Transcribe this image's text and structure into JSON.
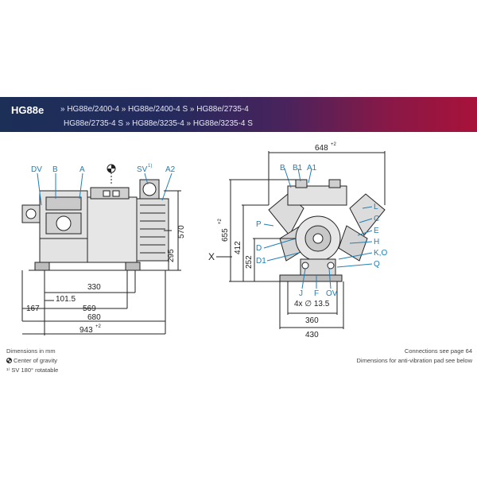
{
  "banner": {
    "model": "HG88e",
    "line1": "» HG88e/2400-4 » HG88e/2400-4 S » HG88e/2735-4",
    "line2": "HG88e/2735-4 S » HG88e/3235-4 » HG88e/3235-4 S"
  },
  "side_view": {
    "labels": {
      "dv": "DV",
      "b": "B",
      "a": "A",
      "sv": "SV",
      "sv_sup": "1)",
      "a2": "A2"
    },
    "dims": {
      "d330": "330",
      "d101_5": "101.5",
      "d167": "167",
      "d569": "569",
      "d680": "680",
      "d943": "943",
      "d943_sup": "+2",
      "d570": "570",
      "d295": "295"
    }
  },
  "front_view": {
    "labels": {
      "b": "B",
      "b1": "B1",
      "a1": "A1",
      "l": "L",
      "c": "C",
      "e": "E",
      "h": "H",
      "ko": "K,O",
      "q": "Q",
      "p": "P",
      "d": "D",
      "d1": "D1",
      "j": "J",
      "f": "F",
      "ov": "OV",
      "x": "X"
    },
    "dims": {
      "d648": "648",
      "d648_sup": "+2",
      "d655": "655",
      "d655_sup": "+2",
      "d412": "412",
      "d252": "252",
      "holes": "4x ∅ 13.5",
      "d360": "360",
      "d430": "430"
    }
  },
  "footer": {
    "left_1": "Dimensions in mm",
    "left_2": "Center of gravity",
    "left_3": "¹⁾ SV 180° rotatable",
    "right_1": "Connections see page 64",
    "right_2": "Dimensions for anti-vibration pad see below"
  }
}
